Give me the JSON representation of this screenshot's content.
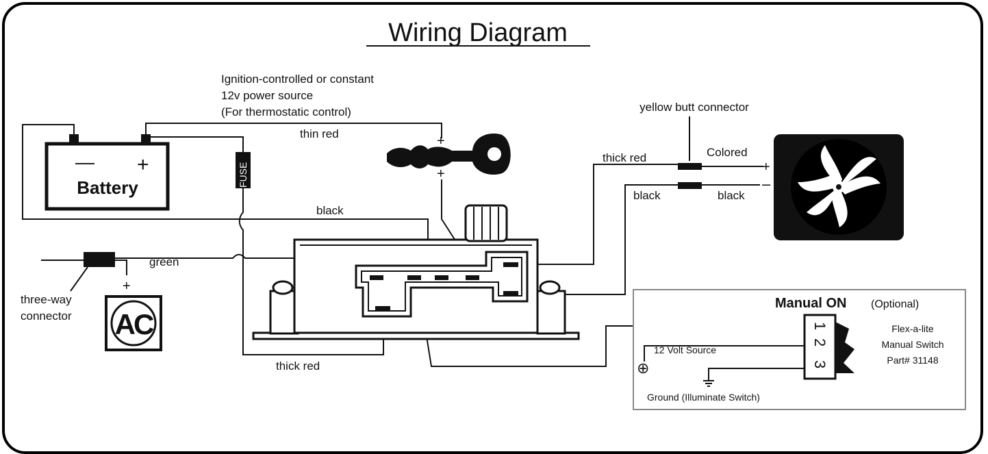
{
  "title": "Wiring Diagram",
  "power_note": [
    "Ignition-controlled or constant",
    "12v power source",
    "(For thermostatic control)"
  ],
  "wires": {
    "thin_red": "thin red",
    "black_top": "black",
    "green": "green",
    "thick_red_bottom": "thick red",
    "thick_red_right": "thick red",
    "black_right_left": "black",
    "black_right_right": "black",
    "colored": "Colored"
  },
  "battery": {
    "label": "Battery",
    "minus": "—",
    "plus": "+"
  },
  "fuse": "FUSE",
  "key_plus_top": "+",
  "key_plus_bottom": "+",
  "butt_connector": "yellow butt connector",
  "fan_plus": "+",
  "fan_minus": "–",
  "three_way": [
    "three-way",
    "connector"
  ],
  "ac": {
    "label": "AC",
    "plus": "+"
  },
  "manual": {
    "title": "Manual ON",
    "optional": "(Optional)",
    "switch_name": [
      "Flex-a-lite",
      "Manual Switch",
      "Part# 31148"
    ],
    "volt_source": "12 Volt Source",
    "ground": "Ground (Illuminate Switch)",
    "pin1": "1",
    "pin2": "2",
    "pin3": "3",
    "source_symbol": "⊕"
  },
  "icons": [
    "key-icon",
    "fan-icon",
    "battery-icon",
    "ac-icon",
    "controller-icon",
    "switch-icon",
    "ground-icon",
    "fuse-icon"
  ]
}
